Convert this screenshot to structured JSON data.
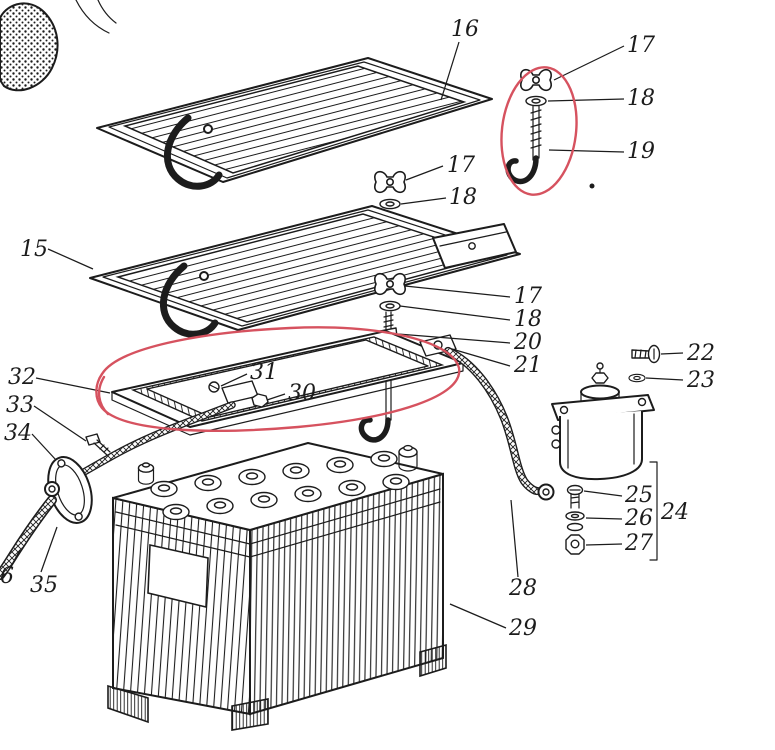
{
  "figure": {
    "colors": {
      "ink": "#1c1c1c",
      "annotation": "#d6525f",
      "paper": "#ffffff"
    }
  },
  "labels": {
    "p15": "15",
    "p16": "16",
    "p17a": "17",
    "p17b": "17",
    "p17c": "17",
    "p18a": "18",
    "p18b": "18",
    "p18c": "18",
    "p19": "19",
    "p20": "20",
    "p21": "21",
    "p22": "22",
    "p23": "23",
    "p24": "24",
    "p25": "25",
    "p26": "26",
    "p27": "27",
    "p28": "28",
    "p29": "29",
    "p30": "30",
    "p31": "31",
    "p32": "32",
    "p33": "33",
    "p34": "34",
    "p35": "35",
    "p36": "6"
  }
}
